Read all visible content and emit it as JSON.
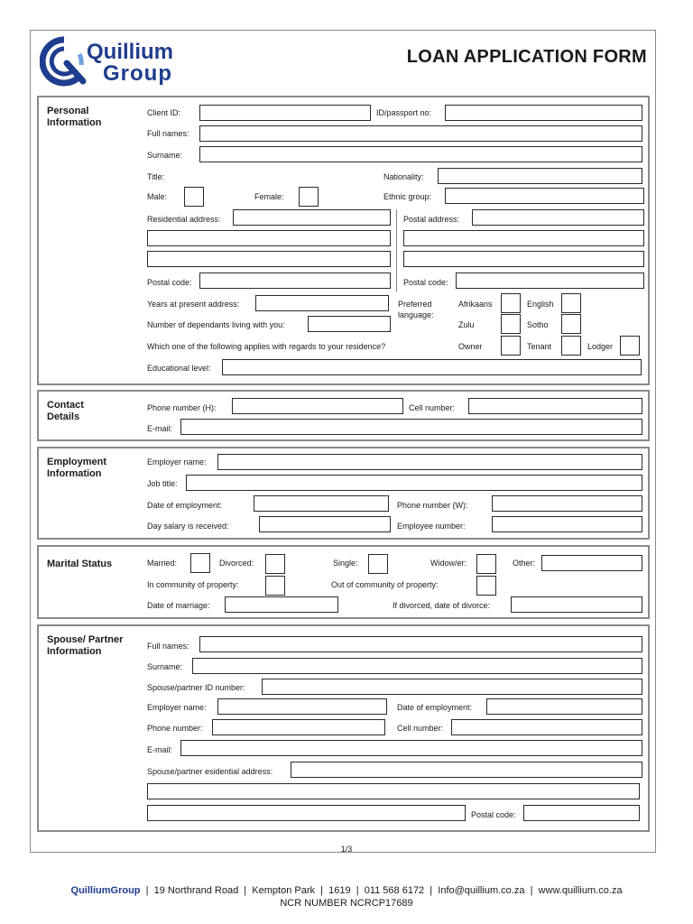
{
  "header": {
    "logo_line1": "Quillium",
    "logo_line2": "Group",
    "logo_mark": "Q",
    "title": "LOAN APPLICATION FORM"
  },
  "personal": {
    "title": "Personal Information",
    "client_id": "Client ID:",
    "id_passport": "ID/passport no:",
    "full_names": "Full names:",
    "surname": "Surname:",
    "title_label": "Title:",
    "nationality": "Nationality:",
    "male": "Male:",
    "female": "Female:",
    "ethnic_group": "Ethnic group:",
    "residential_address": "Residential address:",
    "postal_address": "Postal address:",
    "postal_code": "Postal code:",
    "postal_code_2": "Postal code:",
    "years_at_address": "Years at present address:",
    "preferred_language": "Preferred language:",
    "afrikaans": "Afrikaans",
    "english": "English",
    "zulu": "Zulu",
    "sotho": "Sotho",
    "dependants": "Number of dependants living with you:",
    "residence_question": "Which one of the following applies with regards to your residence?",
    "owner": "Owner",
    "tenant": "Tenant",
    "lodger": "Lodger",
    "education": "Educational level:"
  },
  "contact": {
    "title": "Contact Details",
    "phone_h": "Phone number (H):",
    "cell": "Cell number:",
    "email": "E-mail:"
  },
  "employment": {
    "title": "Employment Information",
    "employer": "Employer name:",
    "job_title": "Job title:",
    "date_employment": "Date of employment:",
    "phone_w": "Phone number (W):",
    "salary_day": "Day salary is received:",
    "employee_number": "Employee number:"
  },
  "marital": {
    "title": "Marital Status",
    "married": "Married:",
    "divorced": "Divorced:",
    "single": "Single:",
    "widow": "Widow/er:",
    "other": "Other:",
    "in_community": "In community of property:",
    "out_community": "Out of community of property:",
    "date_marriage": "Date of marriage:",
    "date_divorce": "If divorced, date of divorce:"
  },
  "spouse": {
    "title": "Spouse/ Partner Information",
    "full_names": "Full names:",
    "surname": "Surname:",
    "id_number": "Spouse/partner ID number:",
    "employer": "Employer name:",
    "date_employment": "Date of employment:",
    "phone": "Phone number:",
    "cell": "Cell number:",
    "email": "E-mail:",
    "address": "Spouse/partner esidential address:",
    "postal_code": "Postal code:"
  },
  "page_number": "1/3",
  "footer": {
    "brand_bold": "Quillium",
    "brand_rest": "Group",
    "address": "19 Northrand Road",
    "city": "Kempton Park",
    "code": "1619",
    "phone": "011 568 6172",
    "email": "Info@quillium.co.za",
    "website": "www.quillium.co.za",
    "ncr": "NCR NUMBER NCRCP17689"
  },
  "colors": {
    "brand_blue": "#1f3d8f",
    "border_gray": "#8a8a8a"
  }
}
